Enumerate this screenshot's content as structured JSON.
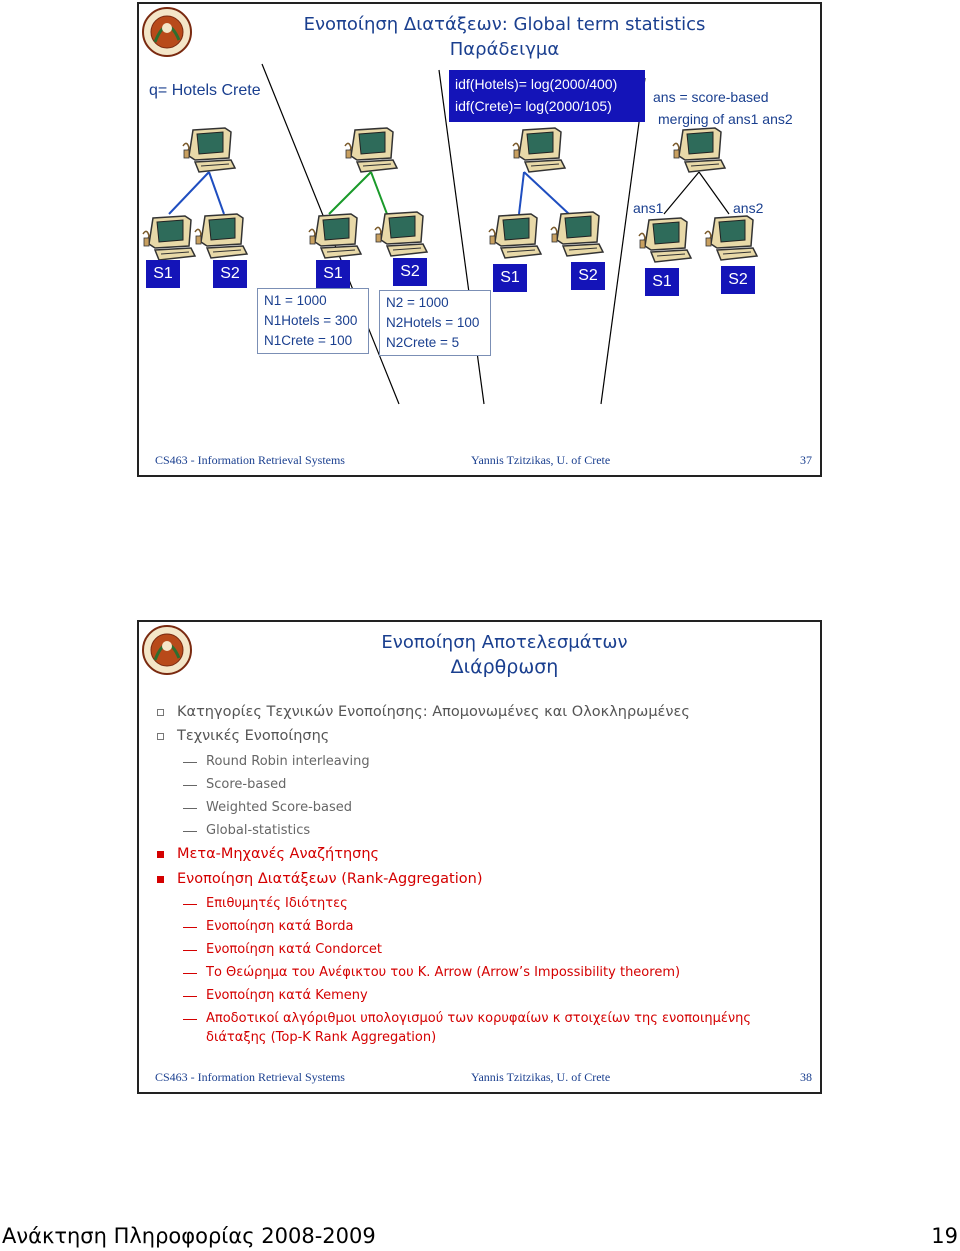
{
  "slide1": {
    "title_line1": "Ενοποίηση Διατάξεων: Global term statistics",
    "title_line2": "Παράδειγμα",
    "query": "q= Hotels Crete",
    "idf_line1": "idf(Hotels)= log(2000/400)",
    "idf_line2": "idf(Crete)= log(2000/105)",
    "ans_line1": "ans = score-based",
    "ans_line2": "merging of ans1 ans2",
    "ans1": "ans1",
    "ans2": "ans2",
    "s_labels": [
      "S1",
      "S2",
      "S1",
      "S2",
      "S1",
      "S2",
      "S1",
      "S2"
    ],
    "stats1": [
      "N1 = 1000",
      "N1Hotels = 300",
      "N1Crete = 100"
    ],
    "stats2": [
      "N2 = 1000",
      "N2Hotels = 100",
      "N2Crete = 5"
    ],
    "footer_left": "CS463 - Information Retrieval Systems",
    "footer_center": "Yannis Tzitzikas, U. of Crete",
    "footer_right": "37"
  },
  "slide2": {
    "title_line1": "Ενοποίηση Αποτελεσμάτων",
    "title_line2": "Διάρθρωση",
    "items": [
      "Κατηγορίες Τεχνικών Ενοποίησης: Απομονωμένες και Ολοκληρωμένες",
      "Τεχνικές Ενοποίησης",
      "Round Robin interleaving",
      "Score-based",
      "Weighted Score-based",
      "Global-statistics",
      "Μετα-Μηχανές Αναζήτησης",
      "Ενοποίηση Διατάξεων (Rank-Aggregation)",
      "Επιθυμητές Ιδιότητες",
      "Ενοποίηση κατά Borda",
      "Ενοποίηση κατά Condorcet",
      "Το Θεώρημα του Ανέφικτου του Κ. Arrow (Arrow’s Impossibility theorem)",
      "Ενοποίηση κατά Kemeny",
      "Αποδοτικοί αλγόριθμοι υπολογισμού των κορυφαίων κ στοιχείων της ενοποιημένης",
      "διάταξης (Top-K Rank Aggregation)"
    ],
    "footer_left": "CS463 - Information Retrieval Systems",
    "footer_center": "Yannis Tzitzikas, U. of Crete",
    "footer_right": "38"
  },
  "page_footer": {
    "left": "Ανάκτηση Πληροφορίας 2008-2009",
    "right": "19"
  },
  "colors": {
    "title": "#1a3f8f",
    "red_bullet": "#d40000",
    "s_box": "#1414b8"
  }
}
